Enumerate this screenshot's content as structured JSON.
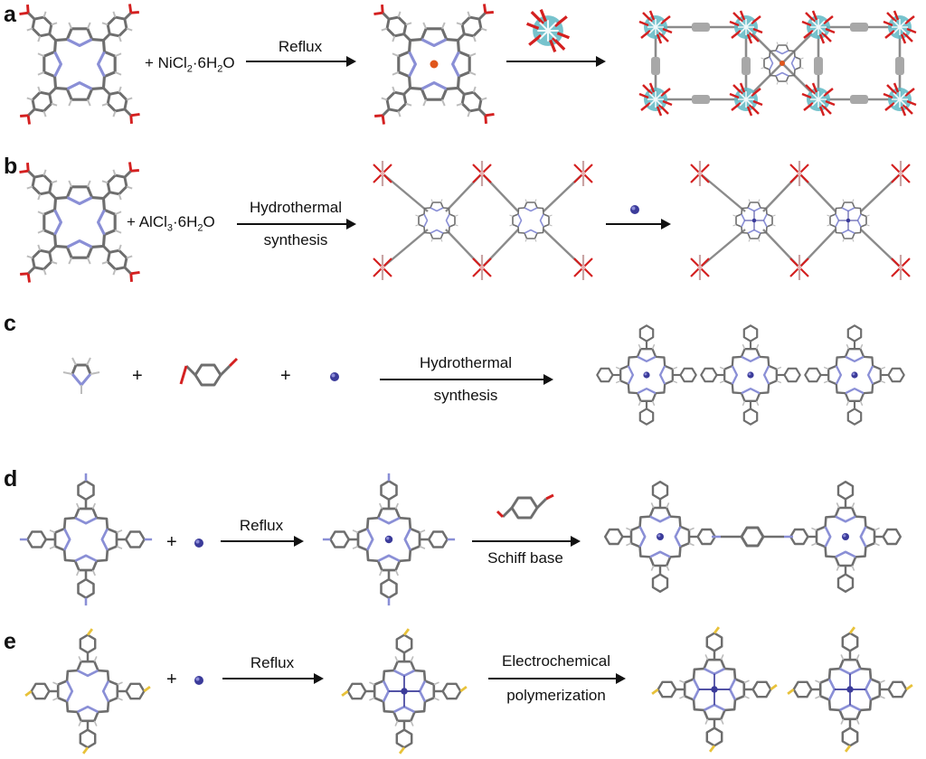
{
  "panels": [
    {
      "label": "a",
      "reagent_plain": "+ NiCl",
      "reagent_sub1": "2",
      "reagent_mid": "·6H",
      "reagent_sub2": "2",
      "reagent_end": "O",
      "arrow1_above": "Reflux"
    },
    {
      "label": "b",
      "reagent_plain": "+ AlCl",
      "reagent_sub1": "3",
      "reagent_mid": "·6H",
      "reagent_sub2": "2",
      "reagent_end": "O",
      "arrow1_above": "Hydrothermal",
      "arrow1_below": "synthesis"
    },
    {
      "label": "c",
      "plus": "+",
      "arrow1_above": "Hydrothermal",
      "arrow1_below": "synthesis"
    },
    {
      "label": "d",
      "plus": "+",
      "arrow1_above": "Reflux",
      "arrow2_below": "Schiff base"
    },
    {
      "label": "e",
      "plus": "+",
      "arrow1_above": "Reflux",
      "arrow2_above": "Electrochemical",
      "arrow2_below": "polymerization"
    }
  ],
  "colors": {
    "bond": "#6e6e6e",
    "nitrogen": "#8a8fd6",
    "oxygen": "#d42020",
    "sulfur": "#e8c23a",
    "metal": "#3b3b9a",
    "nickel": "#e0561c",
    "cluster": "#5fb8c4"
  }
}
